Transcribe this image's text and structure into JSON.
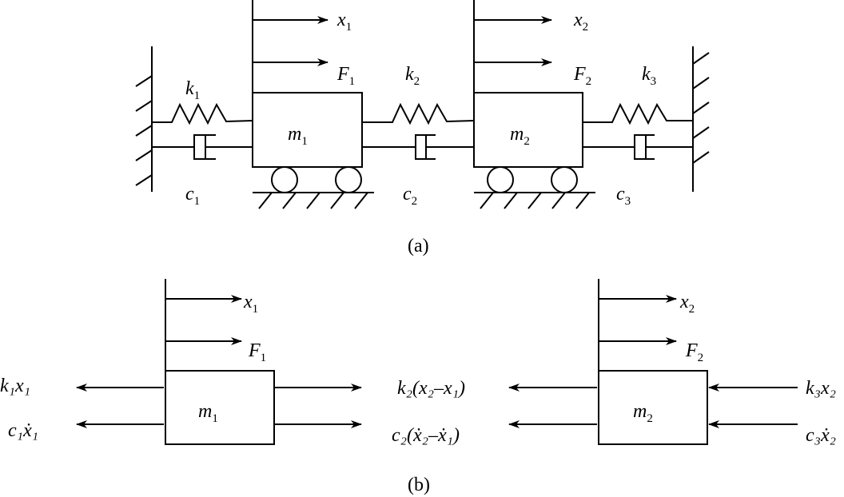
{
  "captions": {
    "a": "(a)",
    "b": "(b)"
  },
  "colors": {
    "stroke": "#000000",
    "background": "#ffffff"
  },
  "part_a": {
    "masses": [
      {
        "name": "m",
        "sub": "1"
      },
      {
        "name": "m",
        "sub": "2"
      }
    ],
    "springs": [
      {
        "name": "k",
        "sub": "1"
      },
      {
        "name": "k",
        "sub": "2"
      },
      {
        "name": "k",
        "sub": "3"
      }
    ],
    "dampers": [
      {
        "name": "c",
        "sub": "1"
      },
      {
        "name": "c",
        "sub": "2"
      },
      {
        "name": "c",
        "sub": "3"
      }
    ],
    "displacements": [
      {
        "name": "x",
        "sub": "1"
      },
      {
        "name": "x",
        "sub": "2"
      }
    ],
    "forces": [
      {
        "name": "F",
        "sub": "1"
      },
      {
        "name": "F",
        "sub": "2"
      }
    ]
  },
  "part_b": {
    "mass1": {
      "label": {
        "name": "m",
        "sub": "1"
      },
      "displacement": {
        "name": "x",
        "sub": "1"
      },
      "force": {
        "name": "F",
        "sub": "1"
      },
      "left_spring_force": "k₁x₁",
      "left_damper_force": "c₁ẋ₁",
      "right_spring_force": "k₂(x₂–x₁)",
      "right_damper_force": "c₂(ẋ₂–ẋ₁)"
    },
    "mass2": {
      "label": {
        "name": "m",
        "sub": "2"
      },
      "displacement": {
        "name": "x",
        "sub": "2"
      },
      "force": {
        "name": "F",
        "sub": "2"
      },
      "right_spring_force": "k₃x₂",
      "right_damper_force": "c₃ẋ₂"
    }
  }
}
